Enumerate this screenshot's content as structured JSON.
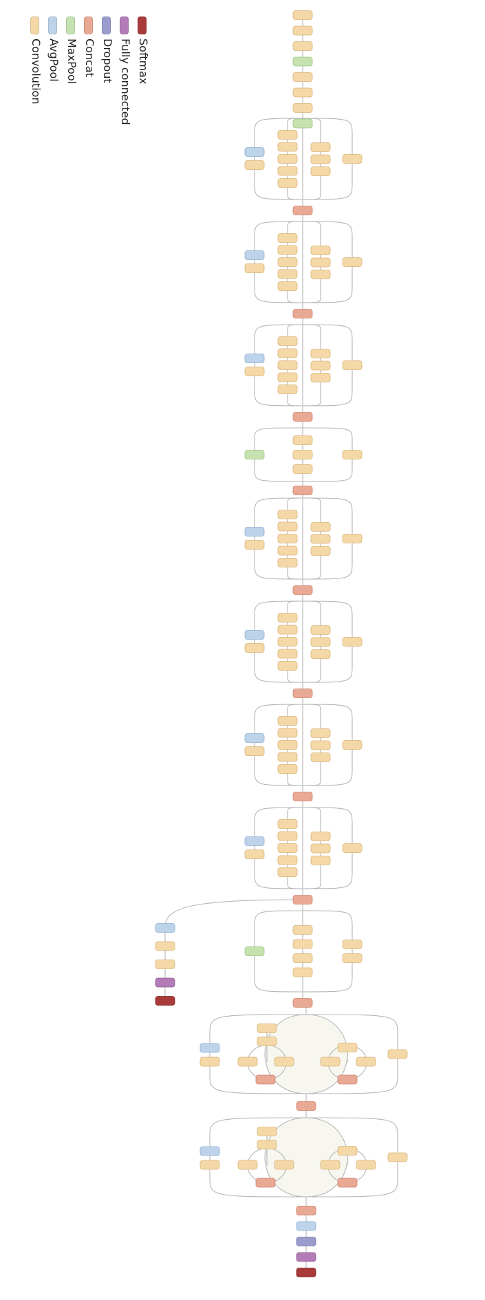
{
  "legend": [
    {
      "label": "Convolution",
      "color": "#f4d8a8"
    },
    {
      "label": "AvgPool",
      "color": "#bcd3ea"
    },
    {
      "label": "MaxPool",
      "color": "#c7e2b1"
    },
    {
      "label": "Concat",
      "color": "#e8a995"
    },
    {
      "label": "Dropout",
      "color": "#9a9ccc"
    },
    {
      "label": "Fully connected",
      "color": "#b37cb7"
    },
    {
      "label": "Softmax",
      "color": "#a83a3a"
    }
  ],
  "colors": {
    "conv": "#f4d8a8",
    "conv_border": "#d8b47a",
    "avgpool": "#bcd3ea",
    "avgpool_border": "#8fb0d2",
    "maxpool": "#c7e2b1",
    "maxpool_border": "#9cc580",
    "concat": "#e8a995",
    "concat_border": "#cf8470",
    "dropout": "#9a9ccc",
    "dropout_border": "#7476ad",
    "fc": "#b37cb7",
    "fc_border": "#8d5892",
    "softmax": "#a83a3a",
    "softmax_border": "#822424",
    "line": "#b5b5b5",
    "cloud": "#f7f7f0"
  },
  "network": {
    "stem": [
      "conv",
      "conv",
      "conv",
      "maxpool",
      "conv",
      "conv",
      "conv",
      "maxpool"
    ],
    "modules": [
      "inception-a",
      "inception-a",
      "inception-a",
      "reduction-a",
      "inception-b",
      "inception-b",
      "inception-b",
      "inception-b",
      "reduction-b",
      "inception-c",
      "inception-c"
    ],
    "aux_head": [
      "avgpool",
      "conv",
      "conv",
      "fc",
      "softmax"
    ],
    "main_head": [
      "concat",
      "avgpool",
      "dropout",
      "fc",
      "softmax"
    ]
  }
}
